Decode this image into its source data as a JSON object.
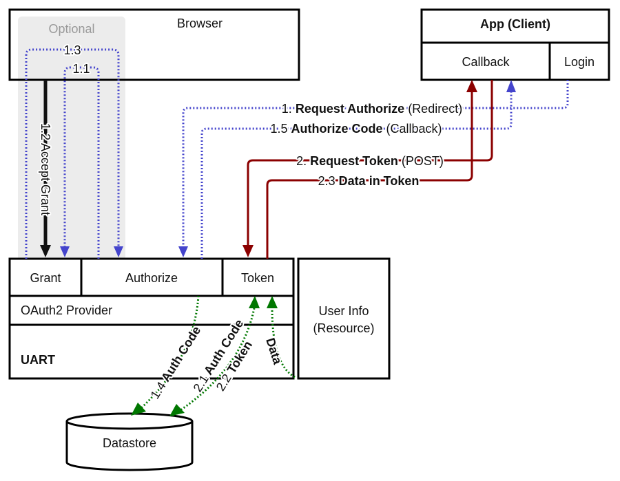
{
  "title": "OAuth2 flow diagram",
  "colors": {
    "blue": "#4444cc",
    "red": "#8b0000",
    "green": "#007700",
    "black": "#111111",
    "optional_bg": "#ececec",
    "optional_text": "#9a9a9a"
  },
  "nodes": {
    "optional": "Optional",
    "browser": "Browser",
    "app_client": "App (Client)",
    "callback": "Callback",
    "login": "Login",
    "grant": "Grant",
    "authorize": "Authorize",
    "token": "Token",
    "oauth2_provider": "OAuth2 Provider",
    "uart": "UART",
    "user_info_line1": "User Info",
    "user_info_line2": "(Resource)",
    "datastore": "Datastore"
  },
  "edges": {
    "e1_3": "1.3",
    "e1_1": "1.1",
    "e1_2": "1.2 Accept Grant",
    "e1_num": "1.",
    "e1_bold": "Request Authorize",
    "e1_paren": "(Redirect)",
    "e1_5_num": "1.5",
    "e1_5_bold": "Authorize Code",
    "e1_5_paren": "(Callback)",
    "e2_num": "2.",
    "e2_bold": "Request Token",
    "e2_paren": "(POST)",
    "e2_3_num": "2.3",
    "e2_3_bold": "Data in Token",
    "e1_4_num": "1.4",
    "e1_4_bold": "Auth Code",
    "e2_1_num": "2.1",
    "e2_1_bold": "Auth Code",
    "e2_2_num": "2.2",
    "e2_2_bold": "Token",
    "data": "Data"
  }
}
